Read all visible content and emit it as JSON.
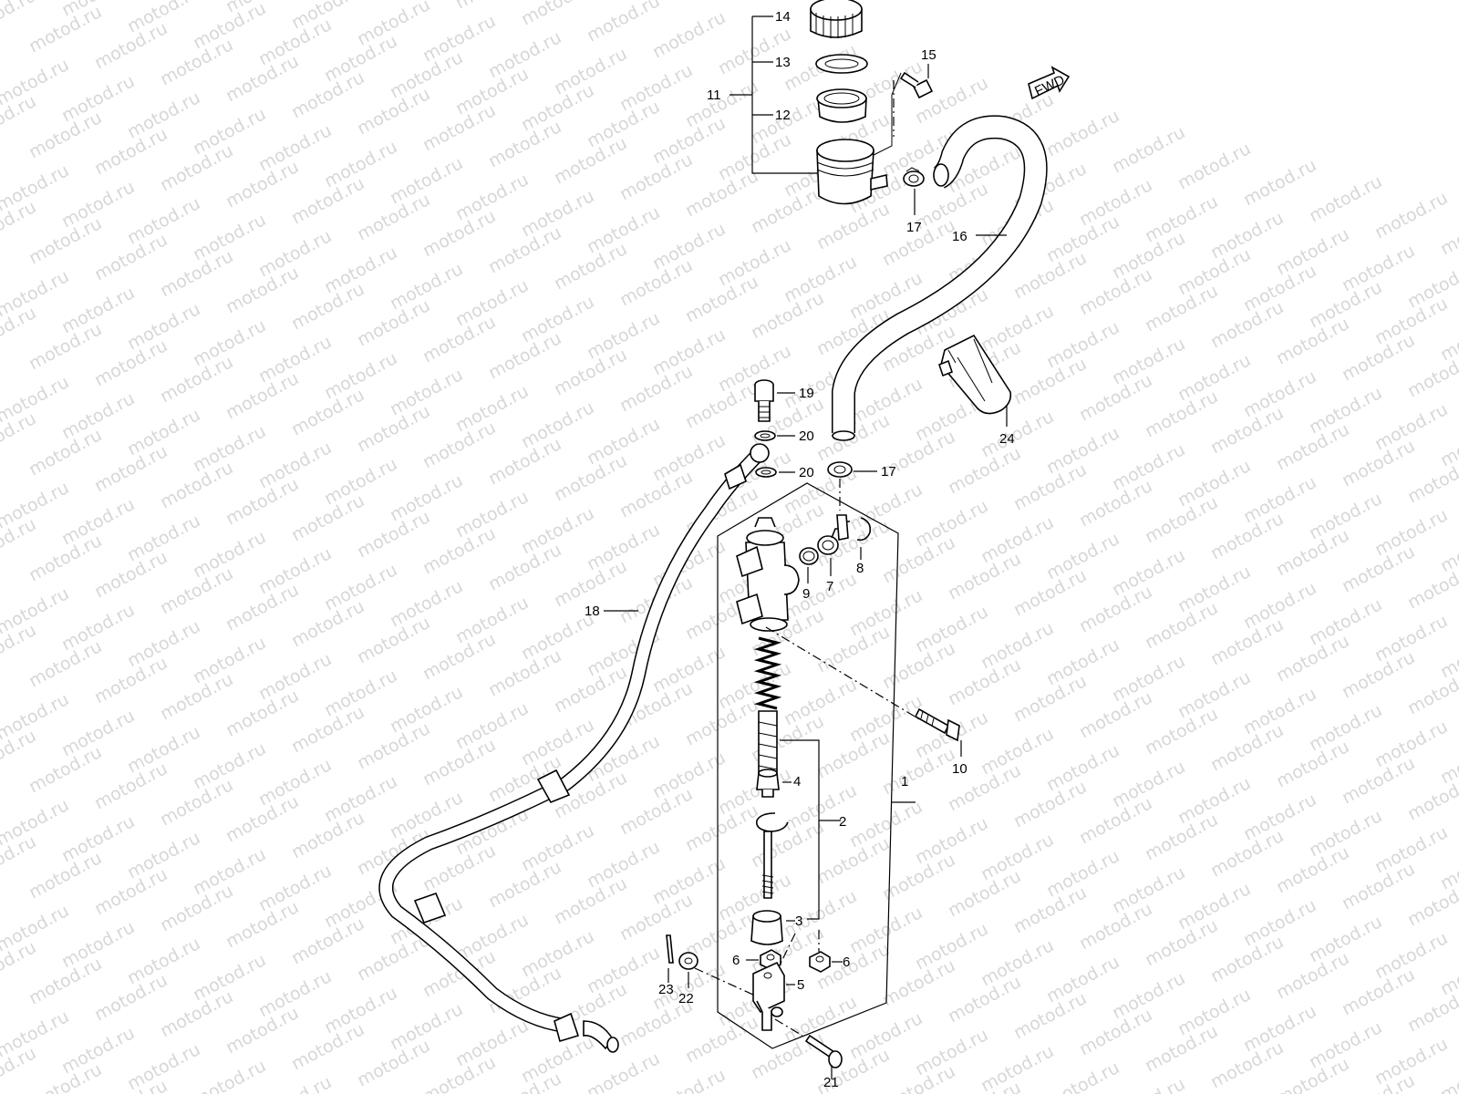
{
  "watermark": {
    "text": "motod.ru"
  },
  "fwd_label": "FWD",
  "labels": {
    "l1": "1",
    "l2": "2",
    "l3": "3",
    "l4": "4",
    "l5": "5",
    "l6a": "6",
    "l6b": "6",
    "l7": "7",
    "l8": "8",
    "l9": "9",
    "l10": "10",
    "l11": "11",
    "l12": "12",
    "l13": "13",
    "l14": "14",
    "l15": "15",
    "l16": "16",
    "l17a": "17",
    "l17b": "17",
    "l18": "18",
    "l19": "19",
    "l20a": "20",
    "l20b": "20",
    "l21": "21",
    "l22": "22",
    "l23": "23",
    "l24": "24"
  }
}
